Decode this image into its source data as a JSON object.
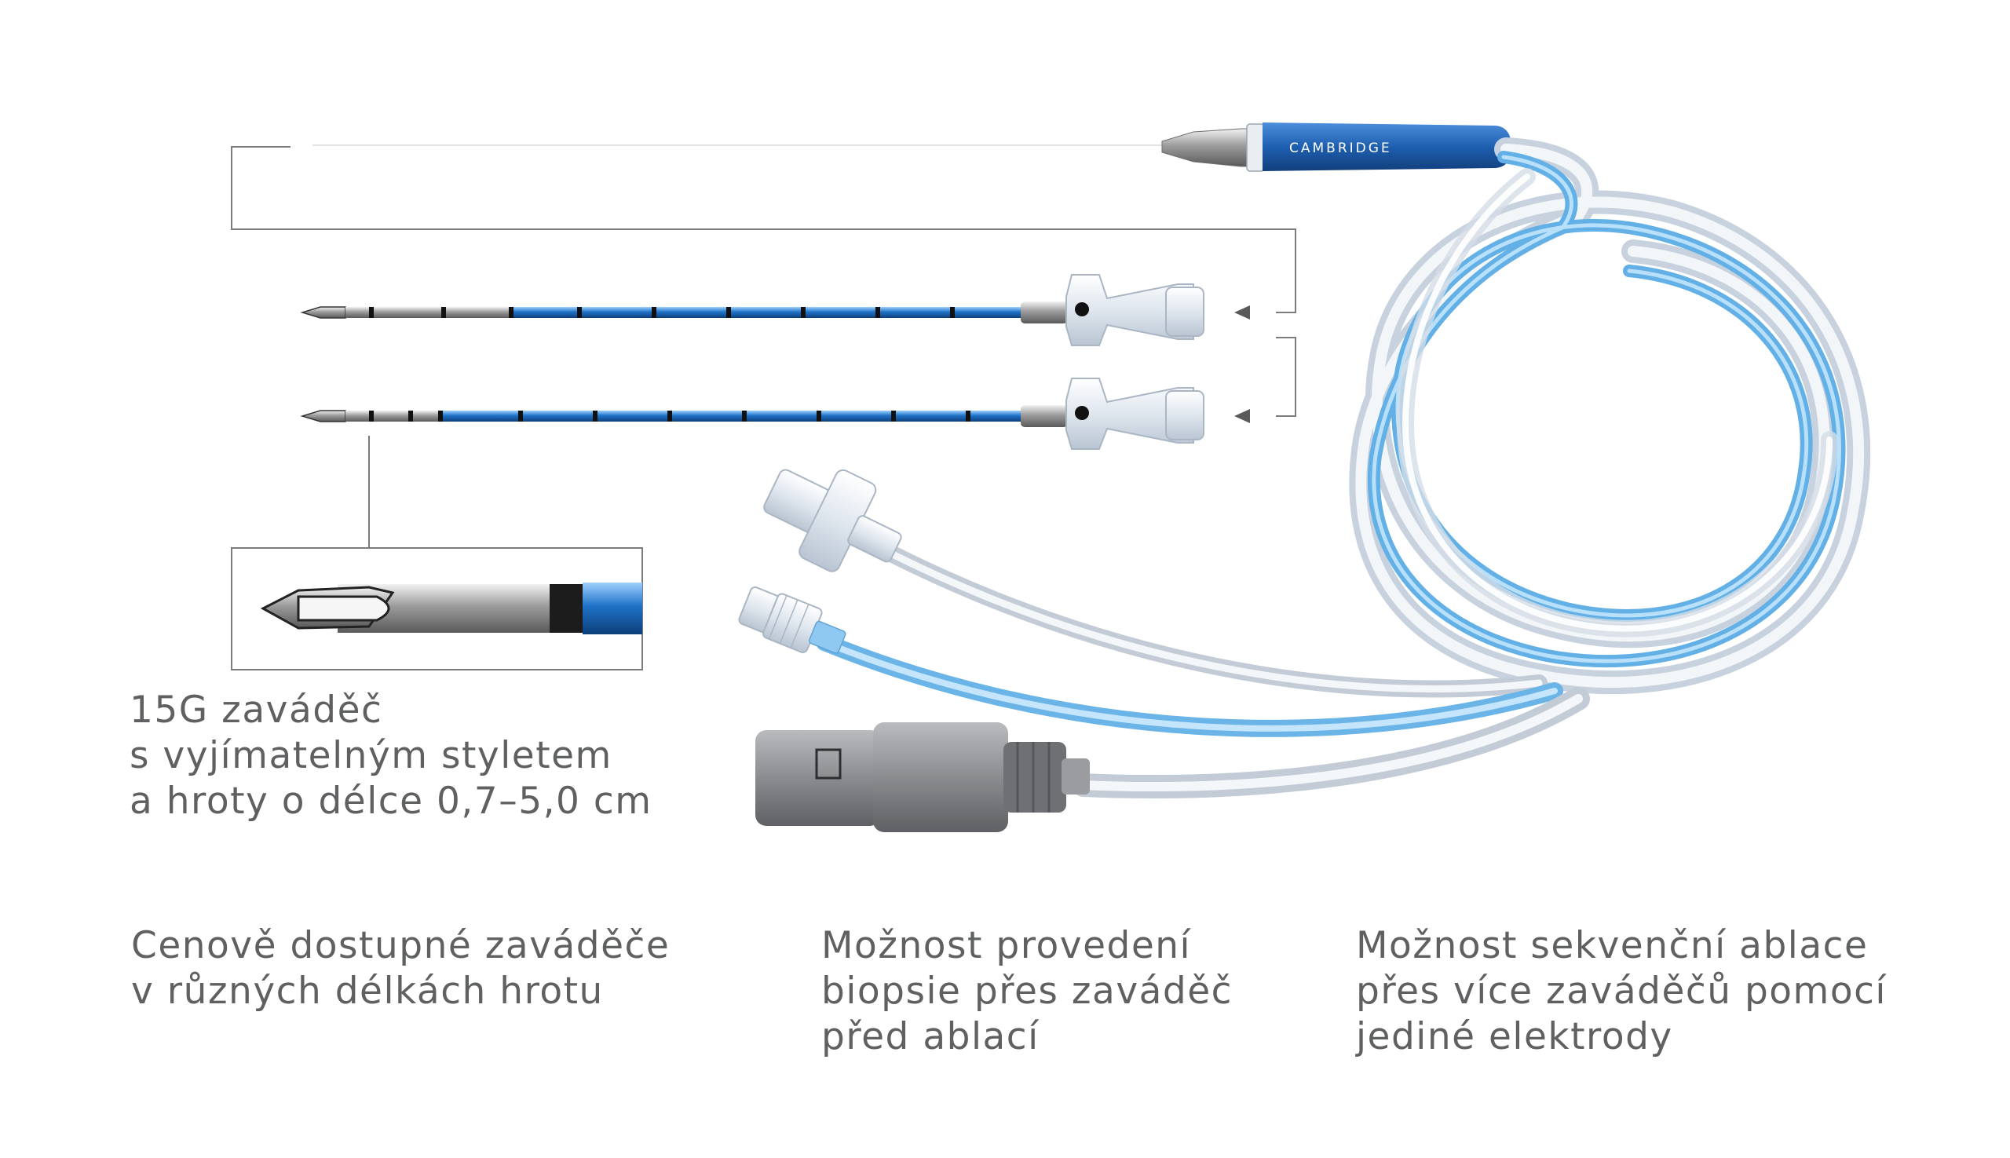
{
  "brand_label": "CAMBRIDGE",
  "colors": {
    "text": "#5f6062",
    "shaft_blue": "#1f73c8",
    "handle_blue": "#1e5fb0",
    "tube_blue": "#62b0e6",
    "tube_clear": "#dfe6ee",
    "connector_grey": "#8a8c8f",
    "line": "#7b7c7e"
  },
  "captions": {
    "introducer": {
      "lines": [
        "15G zaváděč",
        "s vyjímatelným styletem",
        "a hroty o délce 0,7–5,0 cm"
      ]
    },
    "affordable": {
      "lines": [
        "Cenově dostupné zaváděče",
        "v různých délkách hrotu"
      ]
    },
    "biopsy": {
      "lines": [
        "Možnost provedení",
        "biopsie přes zaváděč",
        "před ablací"
      ]
    },
    "sequential": {
      "lines": [
        "Možnost sekvenční ablace",
        "přes více zaváděčů pomocí",
        "jediné elektrody"
      ]
    }
  }
}
